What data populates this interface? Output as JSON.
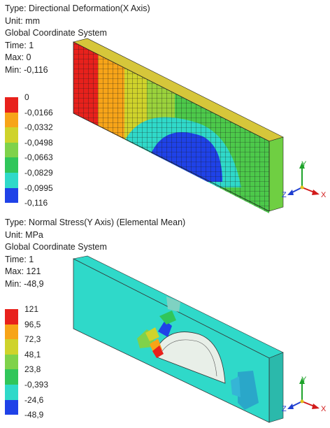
{
  "top_plot": {
    "info": {
      "type": "Type: Directional Deformation(X Axis)",
      "unit": "Unit: mm",
      "coord": "Global Coordinate System",
      "time": "Time: 1",
      "max": "Max: 0",
      "min": "Min: -0,116"
    },
    "legend": [
      {
        "label": "0",
        "color": "#e8211c"
      },
      {
        "label": "-0,0166",
        "color": "#f7a418"
      },
      {
        "label": "-0,0332",
        "color": "#cfd32b"
      },
      {
        "label": "-0,0498",
        "color": "#7fd24a"
      },
      {
        "label": "-0,0663",
        "color": "#30c65a"
      },
      {
        "label": "-0,0829",
        "color": "#2fd9c9"
      },
      {
        "label": "-0,0995",
        "color": "#1f42e8"
      },
      {
        "label": "-0,116",
        "color": "#1f42e8"
      }
    ],
    "axes": {
      "x": "X",
      "y": "Y",
      "z": "Z"
    }
  },
  "bottom_plot": {
    "info": {
      "type": "Type: Normal Stress(Y Axis) (Elemental Mean)",
      "unit": "Unit: MPa",
      "coord": "Global Coordinate System",
      "time": "Time: 1",
      "max": "Max: 121",
      "min": "Min: -48,9"
    },
    "legend": [
      {
        "label": "121",
        "color": "#e8211c"
      },
      {
        "label": "96,5",
        "color": "#f7a418"
      },
      {
        "label": "72,3",
        "color": "#cfd32b"
      },
      {
        "label": "48,1",
        "color": "#7fd24a"
      },
      {
        "label": "23,8",
        "color": "#30c65a"
      },
      {
        "label": "-0,393",
        "color": "#2fd9c9"
      },
      {
        "label": "-24,6",
        "color": "#1f42e8"
      },
      {
        "label": "-48,9",
        "color": "#1f42e8"
      }
    ],
    "axes": {
      "x": "X",
      "y": "Y",
      "z": "Z"
    }
  }
}
